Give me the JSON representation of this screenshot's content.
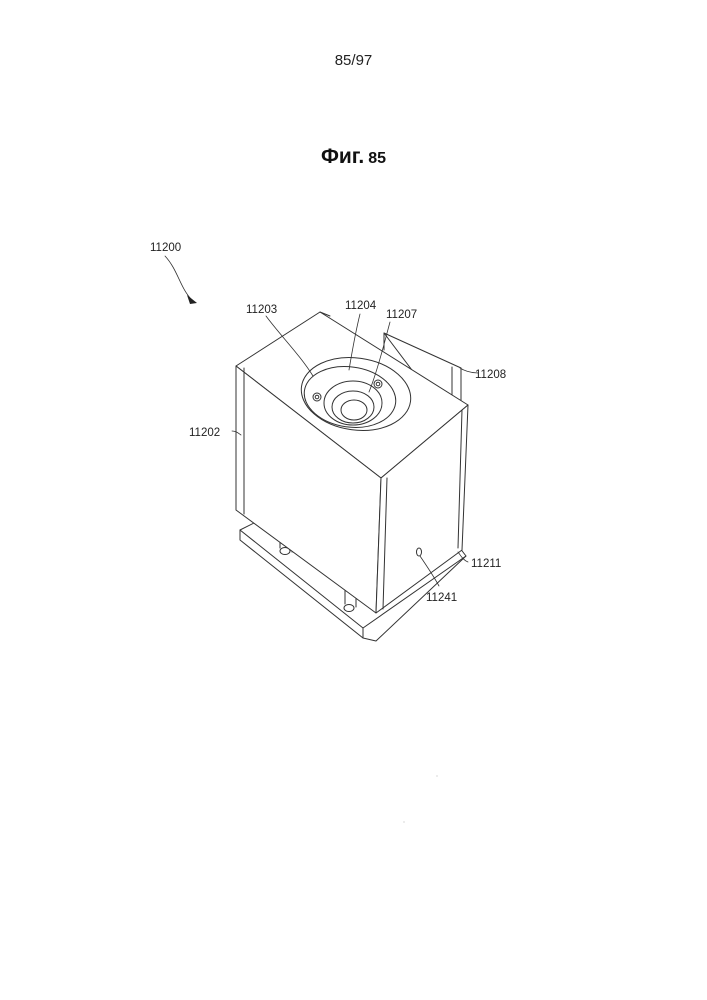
{
  "page_number": "85/97",
  "figure": {
    "word": "Фиг.",
    "number": "85"
  },
  "labels": {
    "assembly": "11200",
    "housing": "11202",
    "recess": "11203",
    "insert": "11204",
    "bore": "11207",
    "side_block": "11208",
    "base_plate": "11211",
    "port": "11241"
  }
}
